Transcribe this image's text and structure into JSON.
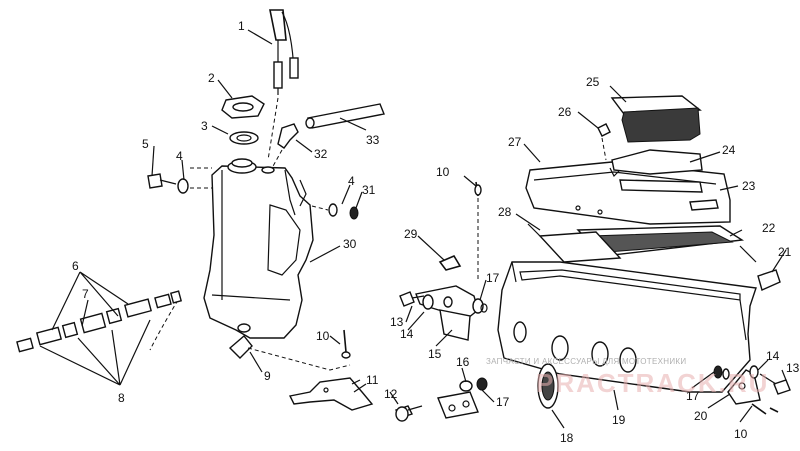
{
  "diagram": {
    "callouts": [
      "1",
      "2",
      "3",
      "4",
      "5",
      "4",
      "31",
      "30",
      "33",
      "32",
      "6",
      "7",
      "8",
      "9",
      "10",
      "11",
      "12",
      "16",
      "17",
      "13",
      "14",
      "15",
      "29",
      "10",
      "17",
      "28",
      "27",
      "26",
      "25",
      "24",
      "23",
      "22",
      "21",
      "14",
      "13",
      "17",
      "20",
      "19",
      "18",
      "10"
    ],
    "watermark_line": "ЗАПЧАСТИ И АКСЕССУАРЫ ДЛЯ МОТОТЕХНИКИ",
    "watermark_logo": "PRACTRACK.RU"
  }
}
